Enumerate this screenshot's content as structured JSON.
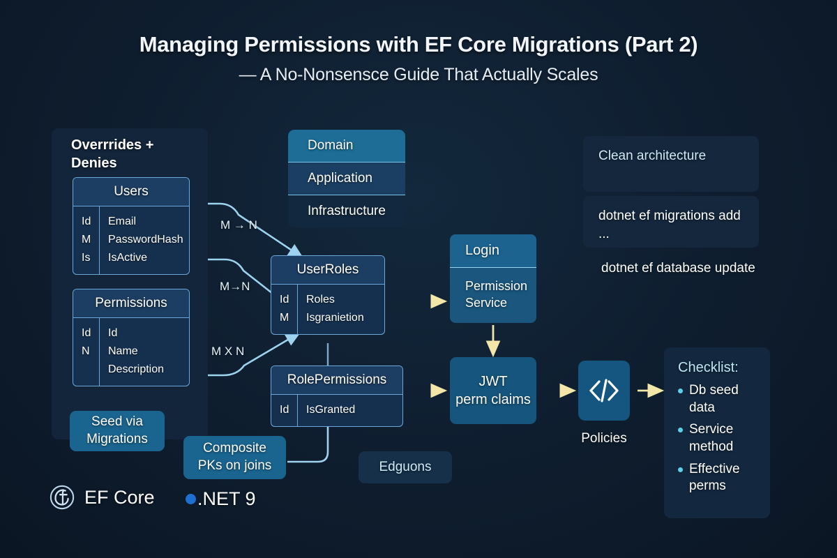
{
  "header": {
    "title": "Managing Permissions with EF Core Migrations (Part 2)",
    "subtitle": "— A No-Nonsensce Guide That Actually Scales"
  },
  "left_group": {
    "label": "Overrrides + Denies",
    "entities": [
      {
        "name": "Users",
        "keys": [
          "Id",
          "M",
          "Is"
        ],
        "fields": [
          "Email",
          "PasswordHash",
          "IsActive"
        ]
      },
      {
        "name": "Permissions",
        "keys": [
          "Id",
          "N"
        ],
        "fields": [
          "Id",
          "Name",
          "Description"
        ]
      }
    ],
    "seed_badge": "Seed via Migrations"
  },
  "layers": {
    "items": [
      "Domain",
      "Application",
      "Infrastructure"
    ]
  },
  "join_entities": [
    {
      "name": "UserRoles",
      "keys": [
        "Id",
        "M"
      ],
      "fields": [
        "Roles",
        "Isgranietion"
      ]
    },
    {
      "name": "RolePermissions",
      "keys": [
        "Id"
      ],
      "fields": [
        "IsGranted"
      ]
    }
  ],
  "cardinality_labels": [
    "M → N",
    "M→N",
    "M X N"
  ],
  "composite_badge": "Composite PKs on joins",
  "edguons_badge": "Edguons",
  "services": {
    "login": {
      "head": "Login",
      "body": "Permission Service"
    },
    "jwt": {
      "line1": "JWT",
      "line2": "perm claims"
    },
    "policies": {
      "icon": "code-icon",
      "label": "Policies"
    }
  },
  "notes": [
    {
      "text": "Clean architecture",
      "style": "cyan-box"
    },
    {
      "text": "dotnet ef migrations add ...",
      "style": "white-box"
    },
    {
      "text": "dotnet ef database update",
      "style": "plain"
    }
  ],
  "checklist": {
    "title": "Checklist:",
    "items": [
      "Db seed data",
      "Service method",
      "Effective perms"
    ]
  },
  "footer": {
    "efcore_label": "EF Core",
    "dotnet_label": ".NET 9"
  },
  "colors": {
    "background": "#0e1d2e",
    "entity_fill": "#15304f",
    "entity_border": "#6ea8d8",
    "accent_cyan": "#5fd0e8",
    "accent_teal": "#1d6d96",
    "arrow_blue": "#9ed3ef",
    "arrow_yellow": "#f2e6a8",
    "dotnet_blue": "#1f6fd0"
  }
}
